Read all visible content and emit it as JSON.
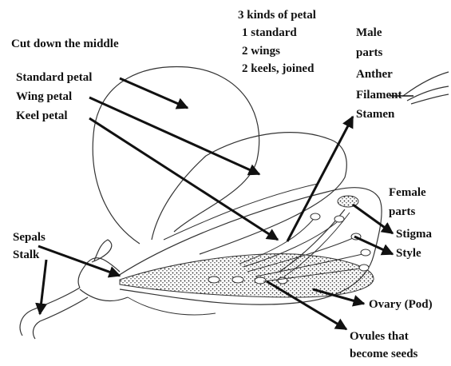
{
  "diagram": {
    "title": "Cut down the middle",
    "petal_info": {
      "heading": "3 kinds of petal",
      "lines": [
        "1 standard",
        "2 wings",
        "2 keels, joined"
      ]
    },
    "male_parts": {
      "heading_line1": "Male",
      "heading_line2": "parts",
      "anther": "Anther",
      "filament": "Filament",
      "stamen": "Stamen"
    },
    "female_parts": {
      "heading_line1": "Female",
      "heading_line2": "parts",
      "stigma": "Stigma",
      "style": "Style",
      "ovary": "Ovary (Pod)",
      "ovules_line1": "Ovules that",
      "ovules_line2": "become seeds"
    },
    "left_labels": {
      "standard_petal": "Standard petal",
      "wing_petal": "Wing petal",
      "keel_petal": "Keel petal",
      "sepals": "Sepals",
      "stalk": "Stalk"
    }
  },
  "colors": {
    "ink": "#111111",
    "background": "#ffffff"
  }
}
